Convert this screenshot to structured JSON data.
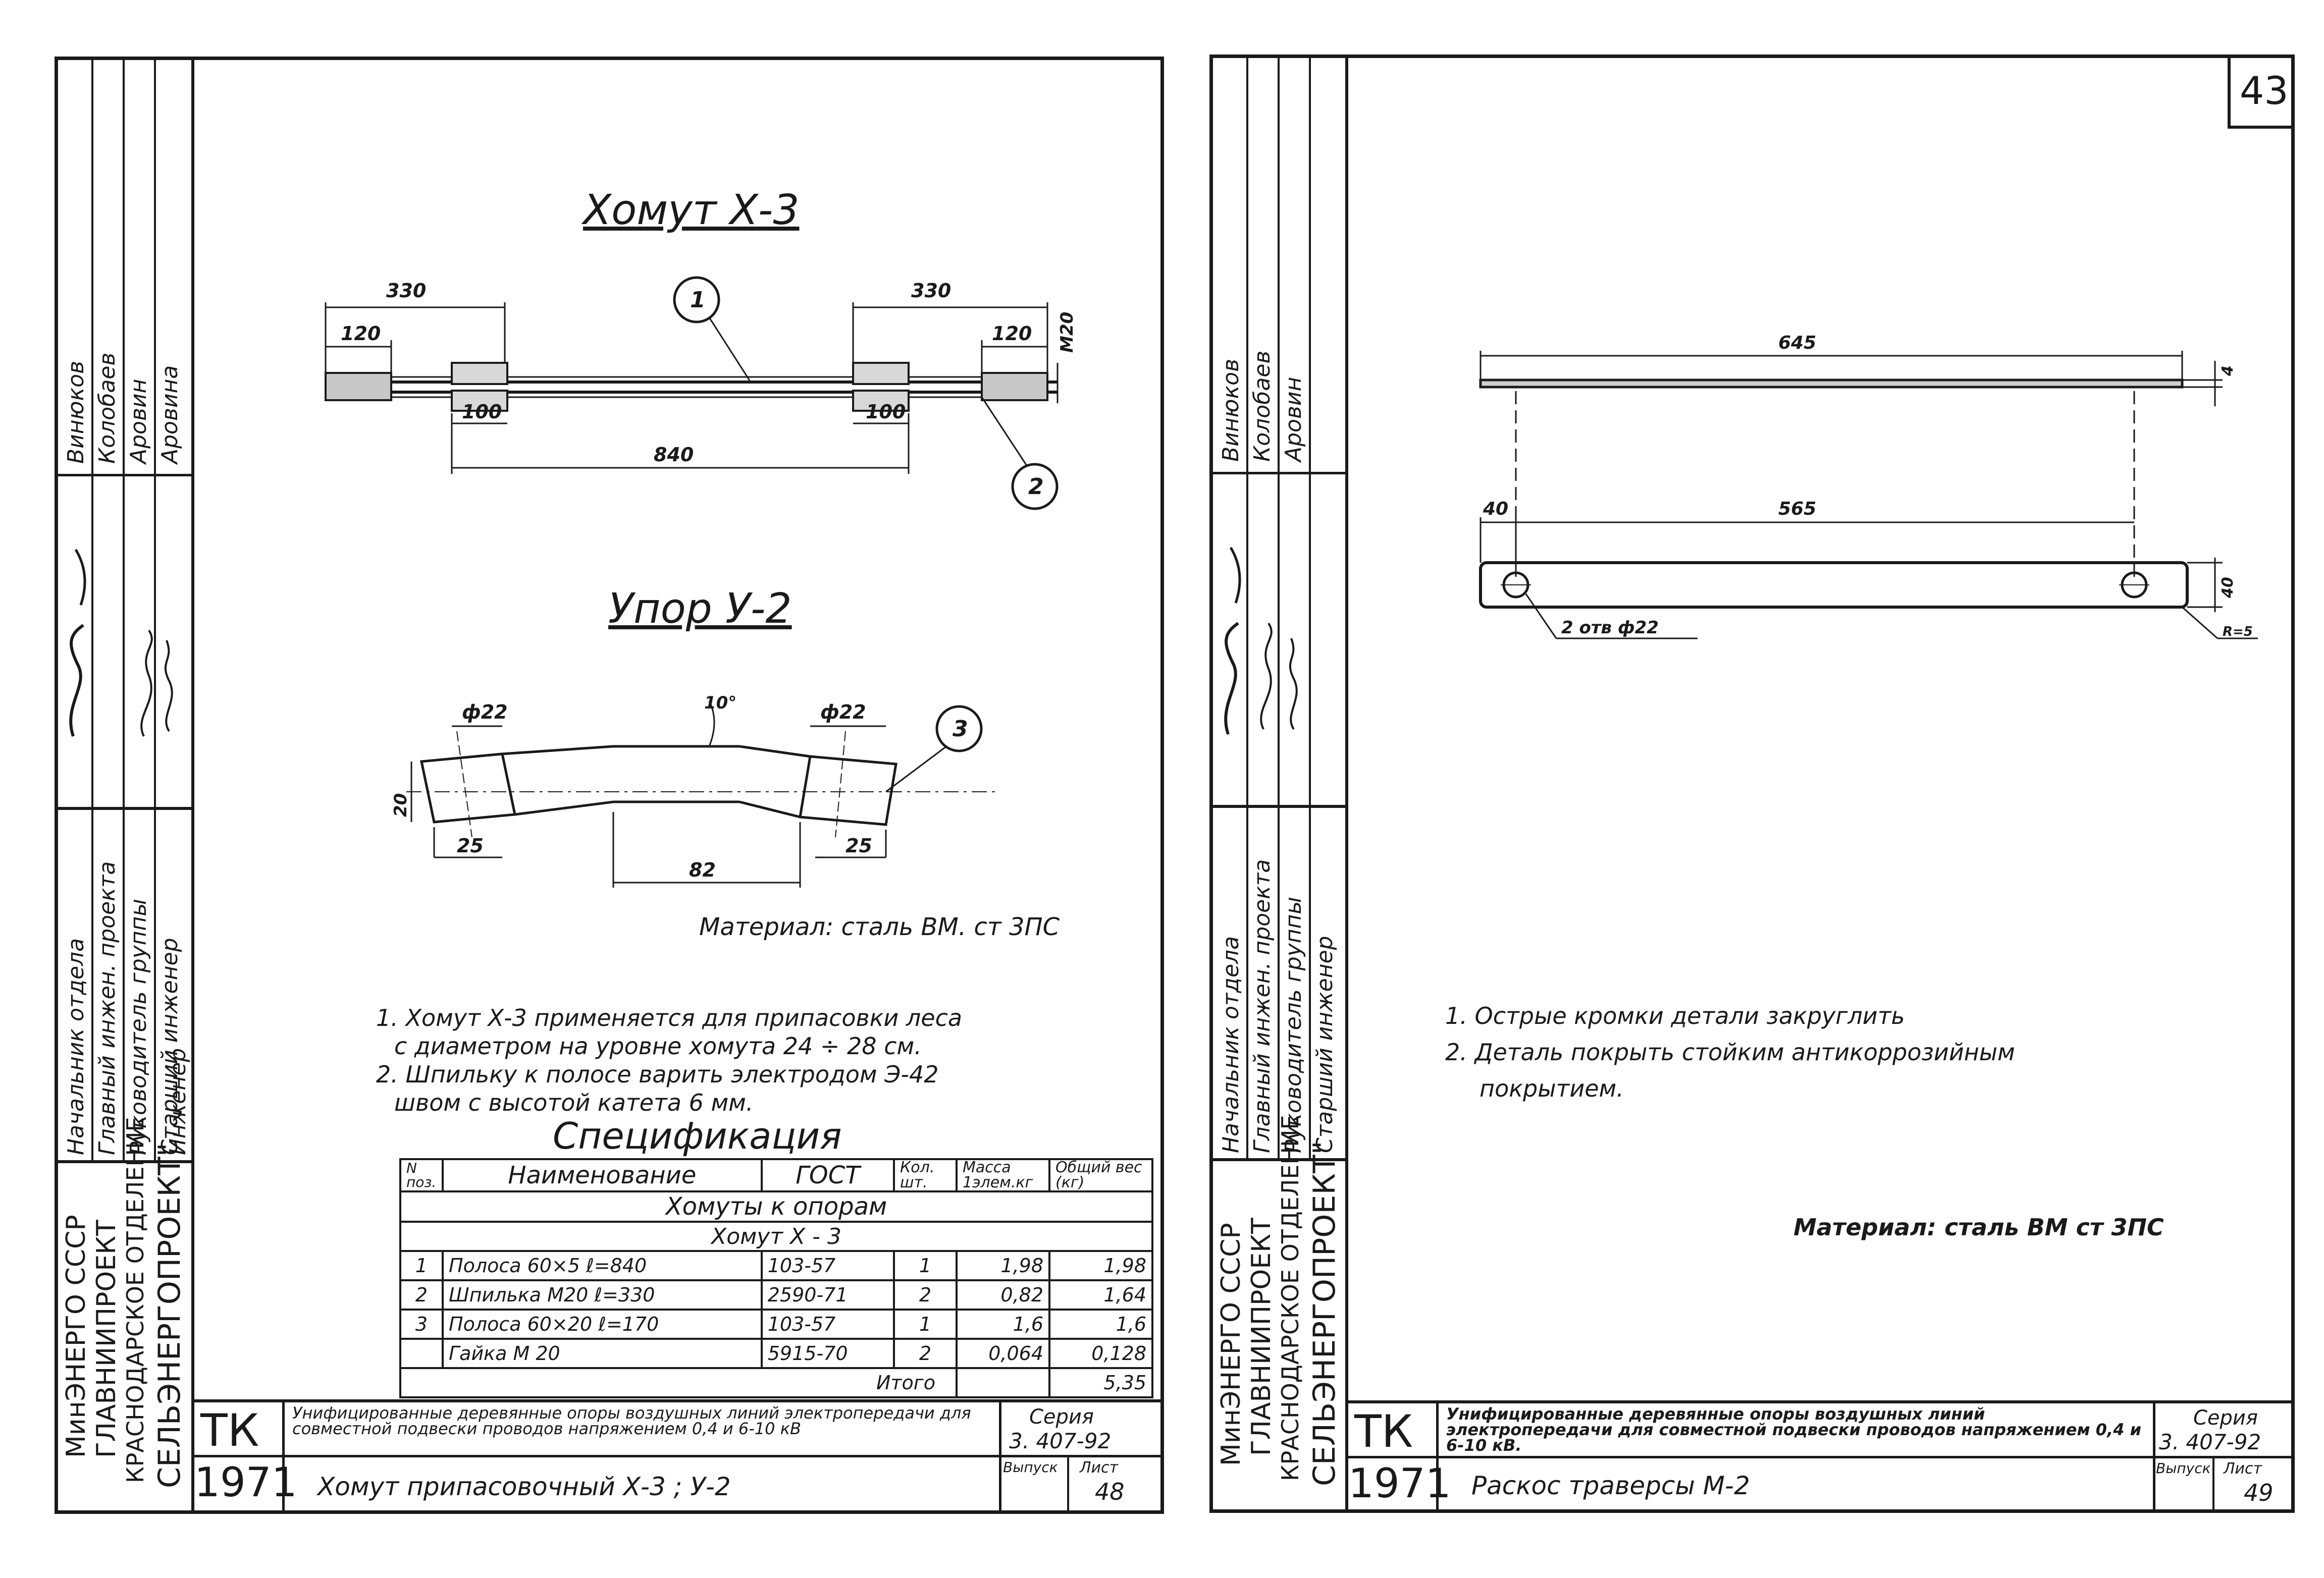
{
  "left_sheet": {
    "strip": {
      "org": [
        "МинЭНЕРГО СССР",
        "ГЛАВНИИПРОЕКТ",
        "КРАСНОДАРСКОЕ ОТДЕЛЕНИЕ",
        "СЕЛЬЭНЕРГОПРОЕКТ\""
      ],
      "roles": [
        "Начальник отдела",
        "Главный инжен. проекта",
        "Руководитель группы",
        "Старший инженер",
        "Инженер"
      ],
      "names": [
        "Винюков",
        "Колобаев",
        "Аровин",
        "Аровина"
      ]
    },
    "title_x3": "Хомут Х-3",
    "title_u2": "Упор У-2",
    "dims_x3": {
      "d330a": "330",
      "d330b": "330",
      "d120a": "120",
      "d120b": "120",
      "m20": "М20",
      "d100a": "100",
      "d100b": "100",
      "d840": "840",
      "pos1": "1",
      "pos2": "2"
    },
    "dims_u2": {
      "phi22a": "ф22",
      "phi22b": "ф22",
      "angle": "10°",
      "d20": "20",
      "d25a": "25",
      "d25b": "25",
      "d82": "82",
      "pos3": "3"
    },
    "material": "Материал: сталь ВМ. ст 3ПС",
    "notes": [
      "1.   Хомут Х-3 применяется для припасовки  леса",
      "с диаметром на уровне хомута  24 ÷ 28 см.",
      "2.   Шпильку к полосе варить электродом Э-42",
      "швом  с высотой    катета  6 мм."
    ],
    "spec_title": "Спецификация",
    "spec_header": [
      "N поз.",
      "Наименование",
      "ГОСТ",
      "Кол. шт.",
      "Масса 1элем.кг",
      "Общий вес (кг)"
    ],
    "spec_group": "Хомуты к опорам",
    "spec_sub": "Хомут   Х - 3",
    "spec_rows": [
      [
        "1",
        "Полоса 60×5  ℓ=840",
        "103-57",
        "1",
        "1,98",
        "1,98"
      ],
      [
        "2",
        "Шпилька М20 ℓ=330",
        "2590-71",
        "2",
        "0,82",
        "1,64"
      ],
      [
        "3",
        "Полоса 60×20  ℓ=170",
        "103-57",
        "1",
        "1,6",
        "1,6"
      ],
      [
        "",
        "Гайка  М 20",
        "5915-70",
        "2",
        "0,064",
        "0,128"
      ]
    ],
    "spec_total_label": "Итого",
    "spec_total": "5,35",
    "tb": {
      "tk": "ТК",
      "num": "1971",
      "desc": "Унифицированные деревянные опоры воздушных линий электропередачи для совместной подвески проводов напряжением 0,4 и 6-10 кВ",
      "series_label": "Серия",
      "series": "3. 407-92",
      "name": "Хомут припасовочный  Х-3  ;   У-2",
      "vyp_label": "Выпуск",
      "list_label": "Лист",
      "list": "48"
    }
  },
  "right_sheet": {
    "strip": {
      "org": [
        "МинЭНЕРГО СССР",
        "ГЛАВНИИПРОЕКТ",
        "КРАСНОДАРСКОЕ ОТДЕЛЕНИЕ",
        "СЕЛЬЭНЕРГОПРОЕКТ\""
      ],
      "roles": [
        "Начальник отдела",
        "Главный инжен. проекта",
        "Руководитель группы",
        "Старший инженер"
      ],
      "names": [
        "Винюков",
        "Колобаев",
        "Аровин"
      ]
    },
    "page_number": "43",
    "dims": {
      "d645": "645",
      "d4": "4",
      "d40a": "40",
      "d565": "565",
      "d40b": "40",
      "holes": "2 отв ф22",
      "r": "R=5"
    },
    "notes": [
      "1.  Острые   кромки   детали   закруглить",
      "2.  Деталь  покрыть стойким антикоррозийным",
      "покрытием."
    ],
    "material": "Материал: сталь ВМ ст 3ПС",
    "tb": {
      "tk": "ТК",
      "num": "1971",
      "desc": "Унифицированные деревянные опоры воздушных линий электропередачи для совместной подвески проводов напряжением 0,4 и 6-10 кВ.",
      "series_label": "Серия",
      "series": "3. 407-92",
      "name": "Раскос  траверсы   М-2",
      "vyp_label": "Выпуск",
      "list_label": "Лист",
      "list": "49"
    }
  }
}
